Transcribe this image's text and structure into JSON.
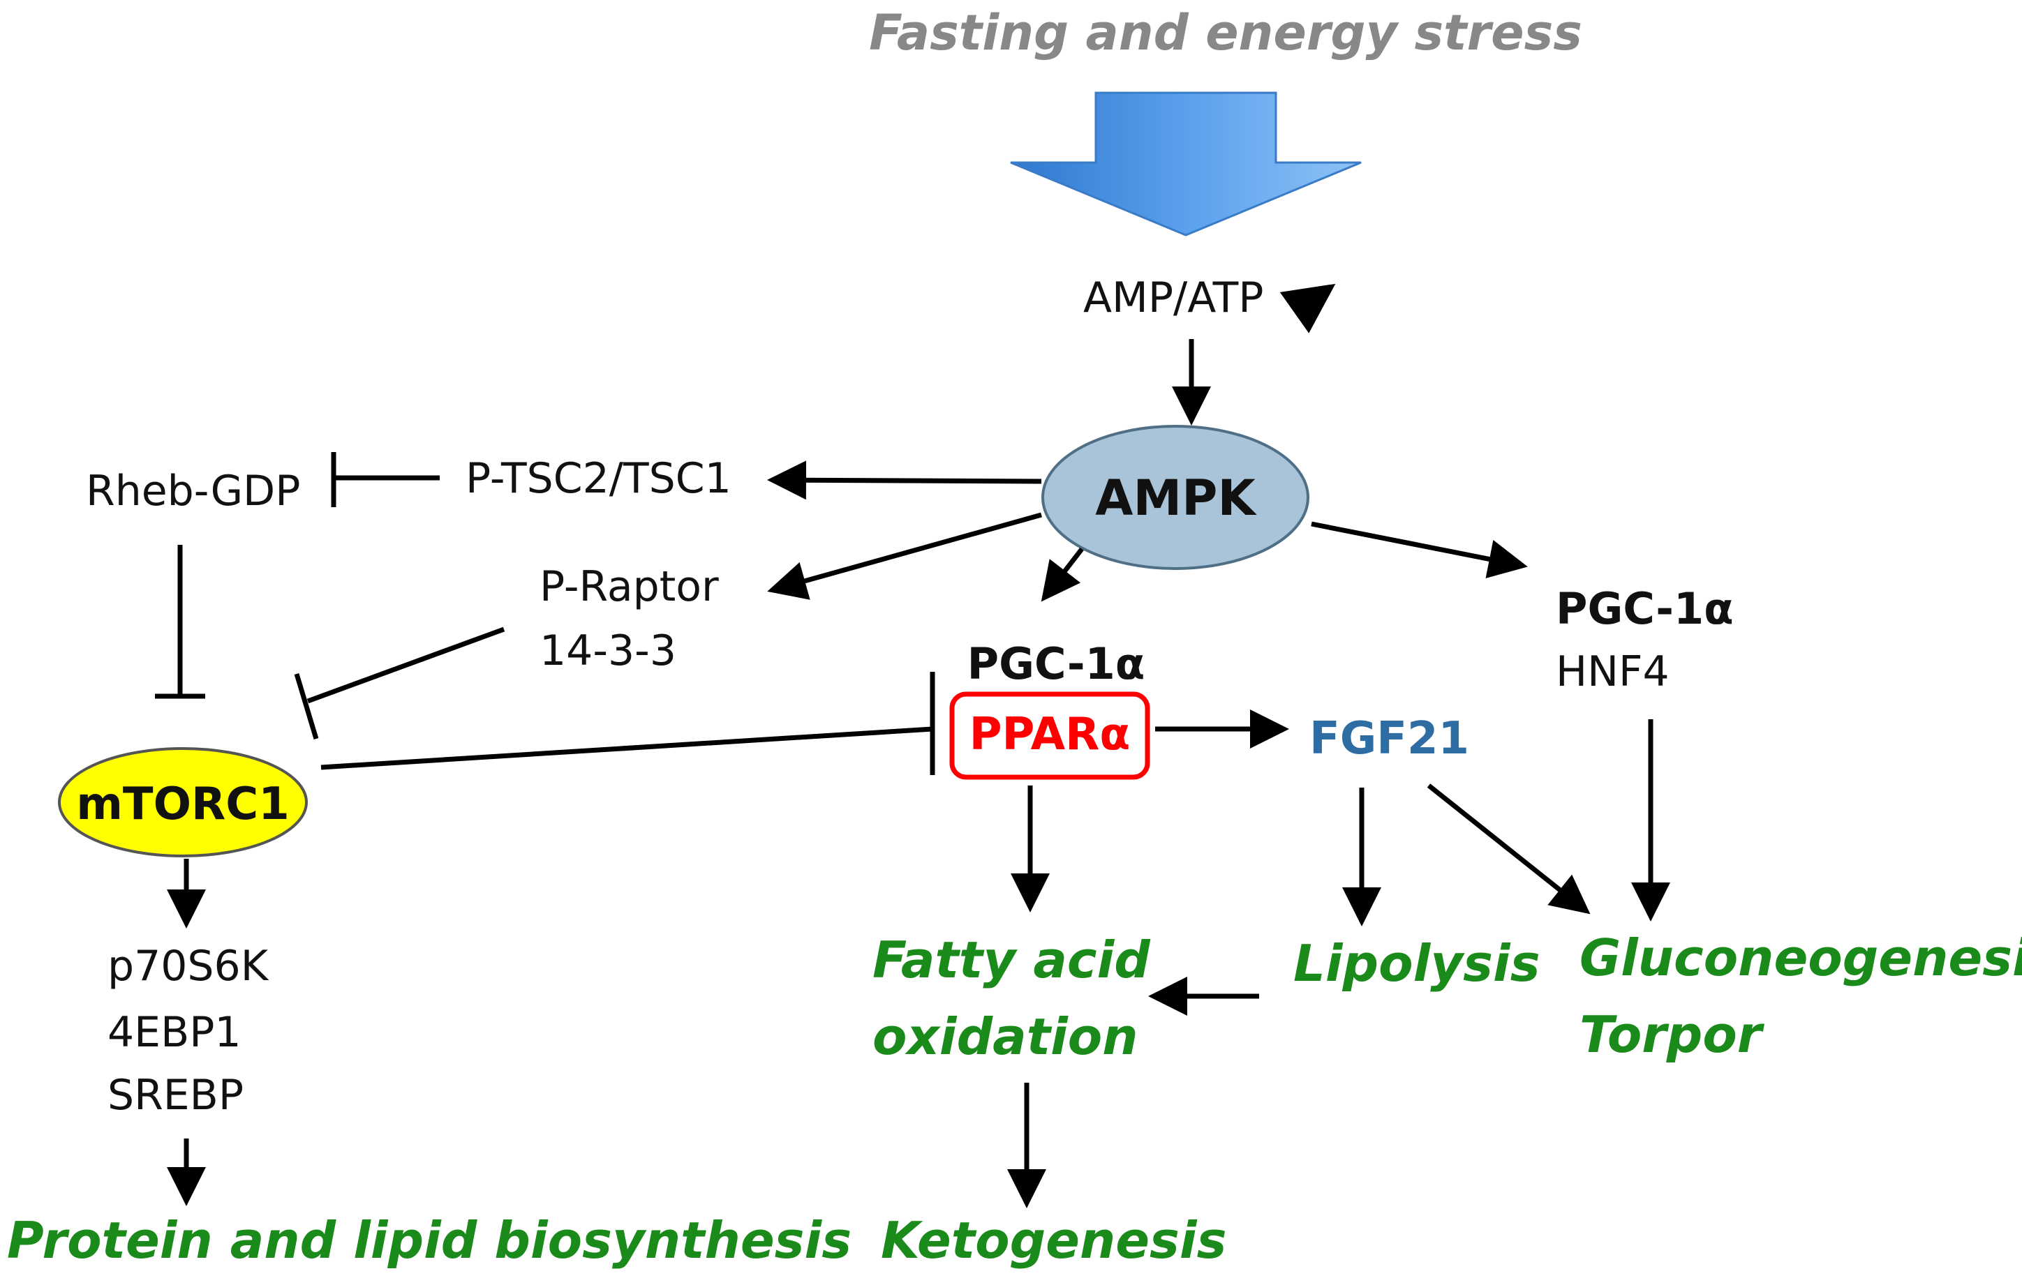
{
  "title": "Fasting and energy stress",
  "nodes": {
    "amp_atp": "AMP/ATP",
    "ampk": "AMPK",
    "p_tsc2": "P-TSC2/TSC1",
    "rheb": "Rheb-GDP",
    "p_raptor": "P-Raptor",
    "p_14_3_3": "14-3-3",
    "mtorc1": "mTORC1",
    "pgc_center": "PGC-1α",
    "ppar": "PPARα",
    "fgf21": "FGF21",
    "pgc_right": "PGC-1α",
    "hnf4": "HNF4",
    "p70s6k": "p70S6K",
    "ebp1": "4EBP1",
    "srebp": "SREBP"
  },
  "outcomes": {
    "fatty_acid_1": "Fatty acid",
    "fatty_acid_2": "oxidation",
    "lipolysis": "Lipolysis",
    "gluconeogenesis": "Gluconeogenesis",
    "torpor": "Torpor",
    "ketogenesis": "Ketogenesis",
    "protein_lipid": "Protein and lipid biosynthesis"
  },
  "colors": {
    "ampk_fill": "#a9c4d8",
    "mtorc1_fill": "#ffff00",
    "ppar_text": "#ff0000",
    "fgf21_text": "#2e6da4",
    "outcome_green": "#1a8a1a",
    "title_gray": "#888888",
    "big_arrow": "#4a90e2"
  }
}
